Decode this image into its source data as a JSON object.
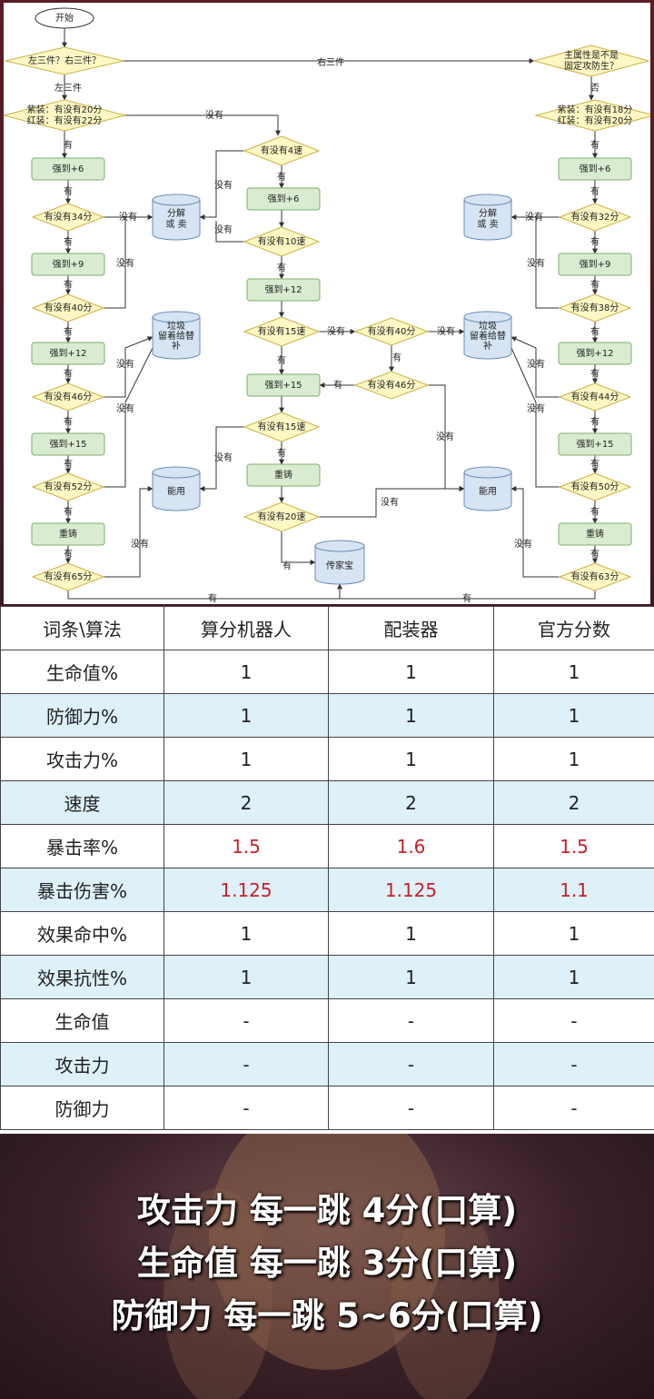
{
  "flowchart": {
    "start": "开始",
    "q_side": "左三件？右三件？",
    "edge_right3": "右三件",
    "edge_left3": "左三件",
    "q_main": [
      "主属性是不是",
      "固定攻防生？"
    ],
    "edge_no_main": "否",
    "left": {
      "q_initial": [
        "紫装：有没有20分",
        "红装：有没有22分"
      ],
      "steps": [
        "强到+6",
        "强到+9",
        "强到+12",
        "强到+15",
        "重铸"
      ],
      "checks": [
        "有没有34分",
        "有没有40分",
        "有没有46分",
        "有没有52分",
        "有没有65分"
      ]
    },
    "right": {
      "q_initial": [
        "紫装：有没有18分",
        "红装：有没有20分"
      ],
      "steps": [
        "强到+6",
        "强到+9",
        "强到+12",
        "强到+15",
        "重铸"
      ],
      "checks": [
        "有没有32分",
        "有没有38分",
        "有没有44分",
        "有没有50分",
        "有没有63分"
      ]
    },
    "center": {
      "steps": [
        "强到+6",
        "强到+12",
        "强到+15",
        "重铸"
      ],
      "checks": [
        "有没有4速",
        "有没有10速",
        "有没有15速",
        "有没有15速",
        "有没有20速"
      ],
      "check_40": "有没有40分",
      "check_46": "有没有46分"
    },
    "storage": {
      "dismantle": [
        "分解",
        "或 卖"
      ],
      "junk": [
        "垃圾",
        "留着给替",
        "补"
      ],
      "usable": "能用",
      "heirloom": "传家宝"
    },
    "edge_yes": "有",
    "edge_no": "没有"
  },
  "table": {
    "headers": [
      "词条\\算法",
      "算分机器人",
      "配装器",
      "官方分数"
    ],
    "rows": [
      {
        "name": "生命值%",
        "values": [
          "1",
          "1",
          "1"
        ],
        "highlight": false
      },
      {
        "name": "防御力%",
        "values": [
          "1",
          "1",
          "1"
        ],
        "highlight": false
      },
      {
        "name": "攻击力%",
        "values": [
          "1",
          "1",
          "1"
        ],
        "highlight": false
      },
      {
        "name": "速度",
        "values": [
          "2",
          "2",
          "2"
        ],
        "highlight": false
      },
      {
        "name": "暴击率%",
        "values": [
          "1.5",
          "1.6",
          "1.5"
        ],
        "highlight": true
      },
      {
        "name": "暴击伤害%",
        "values": [
          "1.125",
          "1.125",
          "1.1"
        ],
        "highlight": true
      },
      {
        "name": "效果命中%",
        "values": [
          "1",
          "1",
          "1"
        ],
        "highlight": false
      },
      {
        "name": "效果抗性%",
        "values": [
          "1",
          "1",
          "1"
        ],
        "highlight": false
      },
      {
        "name": "生命值",
        "values": [
          "-",
          "-",
          "-"
        ],
        "highlight": false
      },
      {
        "name": "攻击力",
        "values": [
          "-",
          "-",
          "-"
        ],
        "highlight": false
      },
      {
        "name": "防御力",
        "values": [
          "-",
          "-",
          "-"
        ],
        "highlight": false
      }
    ],
    "highlight_color": "#c8202a",
    "alt_row_color": "#def0f8"
  },
  "caption": [
    "攻击力 每一跳 4分(口算)",
    "生命值 每一跳 3分(口算)",
    "防御力 每一跳 5~6分(口算)"
  ]
}
